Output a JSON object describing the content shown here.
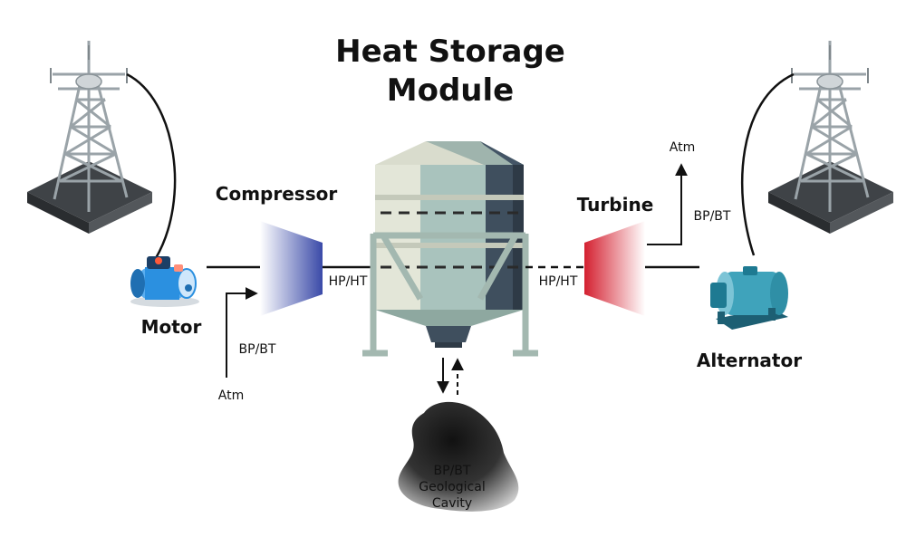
{
  "title": {
    "line1": "Heat Storage",
    "line2": "Module"
  },
  "components": {
    "compressor": "Compressor",
    "turbine": "Turbine",
    "motor": "Motor",
    "alternator": "Alternator"
  },
  "flow_labels": {
    "hp_ht_left": "HP/HT",
    "hp_ht_right": "HP/HT",
    "bp_bt_left": "BP/BT",
    "atm_left": "Atm",
    "bp_bt_right": "BP/BT",
    "atm_right": "Atm"
  },
  "cavity": {
    "line1": "BP/BT",
    "line2": "Geological",
    "line3": "Cavity"
  },
  "colors": {
    "compressor": "#3a4aa8",
    "turbine": "#d42030",
    "tank_light": "#e3e6d8",
    "tank_mid": "#a9c3bd",
    "tank_dark": "#3f4f5e",
    "frame": "#a3b8b0",
    "motor": "#2b90e0",
    "alternator": "#2f8fa6",
    "cavity": "#1c1c1c",
    "pylon_base": "#3f4347"
  }
}
